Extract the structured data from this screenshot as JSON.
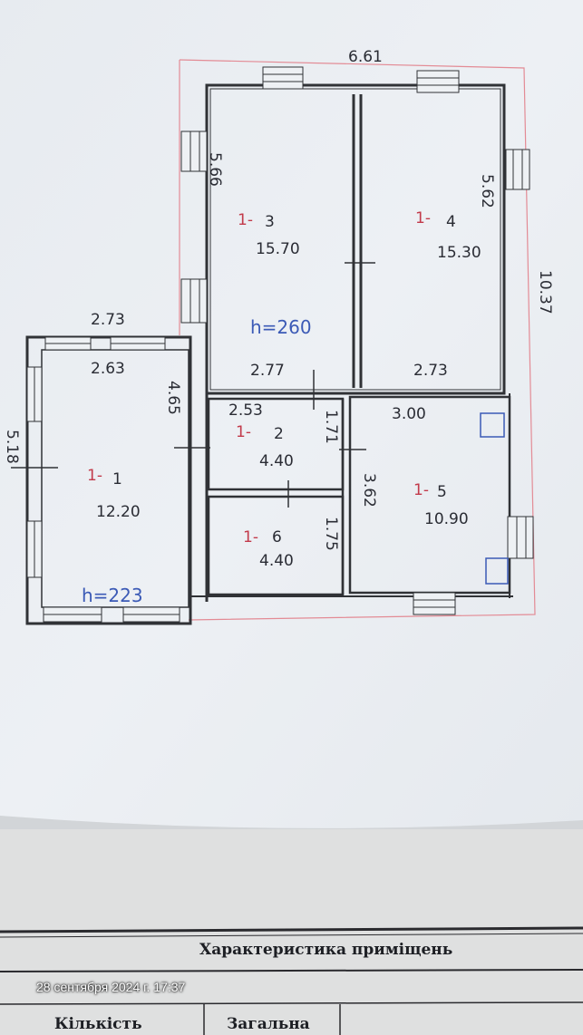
{
  "plan": {
    "overall_top": "6.61",
    "overall_right": "10.37",
    "room3": {
      "number": "3",
      "area": "15.70",
      "prefix": "1-",
      "side": "5.66"
    },
    "room4": {
      "number": "4",
      "area": "15.30",
      "prefix": "1-",
      "side": "5.62"
    },
    "room1": {
      "number": "1",
      "area": "12.20",
      "prefix": "1-",
      "top_outer": "2.73",
      "top_inner": "2.63",
      "side": "5.18",
      "inner_side": "4.65",
      "height": "h=223"
    },
    "room2": {
      "number": "2",
      "area": "4.40",
      "prefix": "1-",
      "width": "2.53",
      "side": "1.71"
    },
    "room5": {
      "number": "5",
      "area": "10.90",
      "prefix": "1-",
      "width": "3.00",
      "side": "3.62"
    },
    "room6": {
      "number": "6",
      "area": "4.40",
      "prefix": "1-",
      "side": "1.75"
    },
    "mid_left": "2.77",
    "mid_right": "2.73",
    "height_main": "h=260"
  },
  "document": {
    "title": "Характеристика приміщень",
    "col_count": "Кількість",
    "col_total": "Загальна"
  },
  "timestamp": "28 сентября 2024 г. 17:37"
}
